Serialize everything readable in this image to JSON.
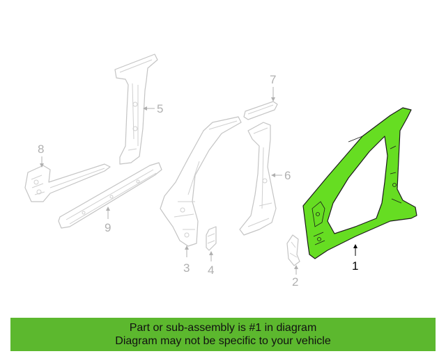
{
  "callouts": {
    "c1": "1",
    "c2": "2",
    "c3": "3",
    "c4": "4",
    "c5": "5",
    "c6": "6",
    "c7": "7",
    "c8": "8",
    "c9": "9"
  },
  "highlight_color": "#66dd22",
  "banner": {
    "line1": "Part or sub-assembly is #1 in diagram",
    "line2": "Diagram may not be specific to your vehicle",
    "color": "#5cb82e"
  }
}
